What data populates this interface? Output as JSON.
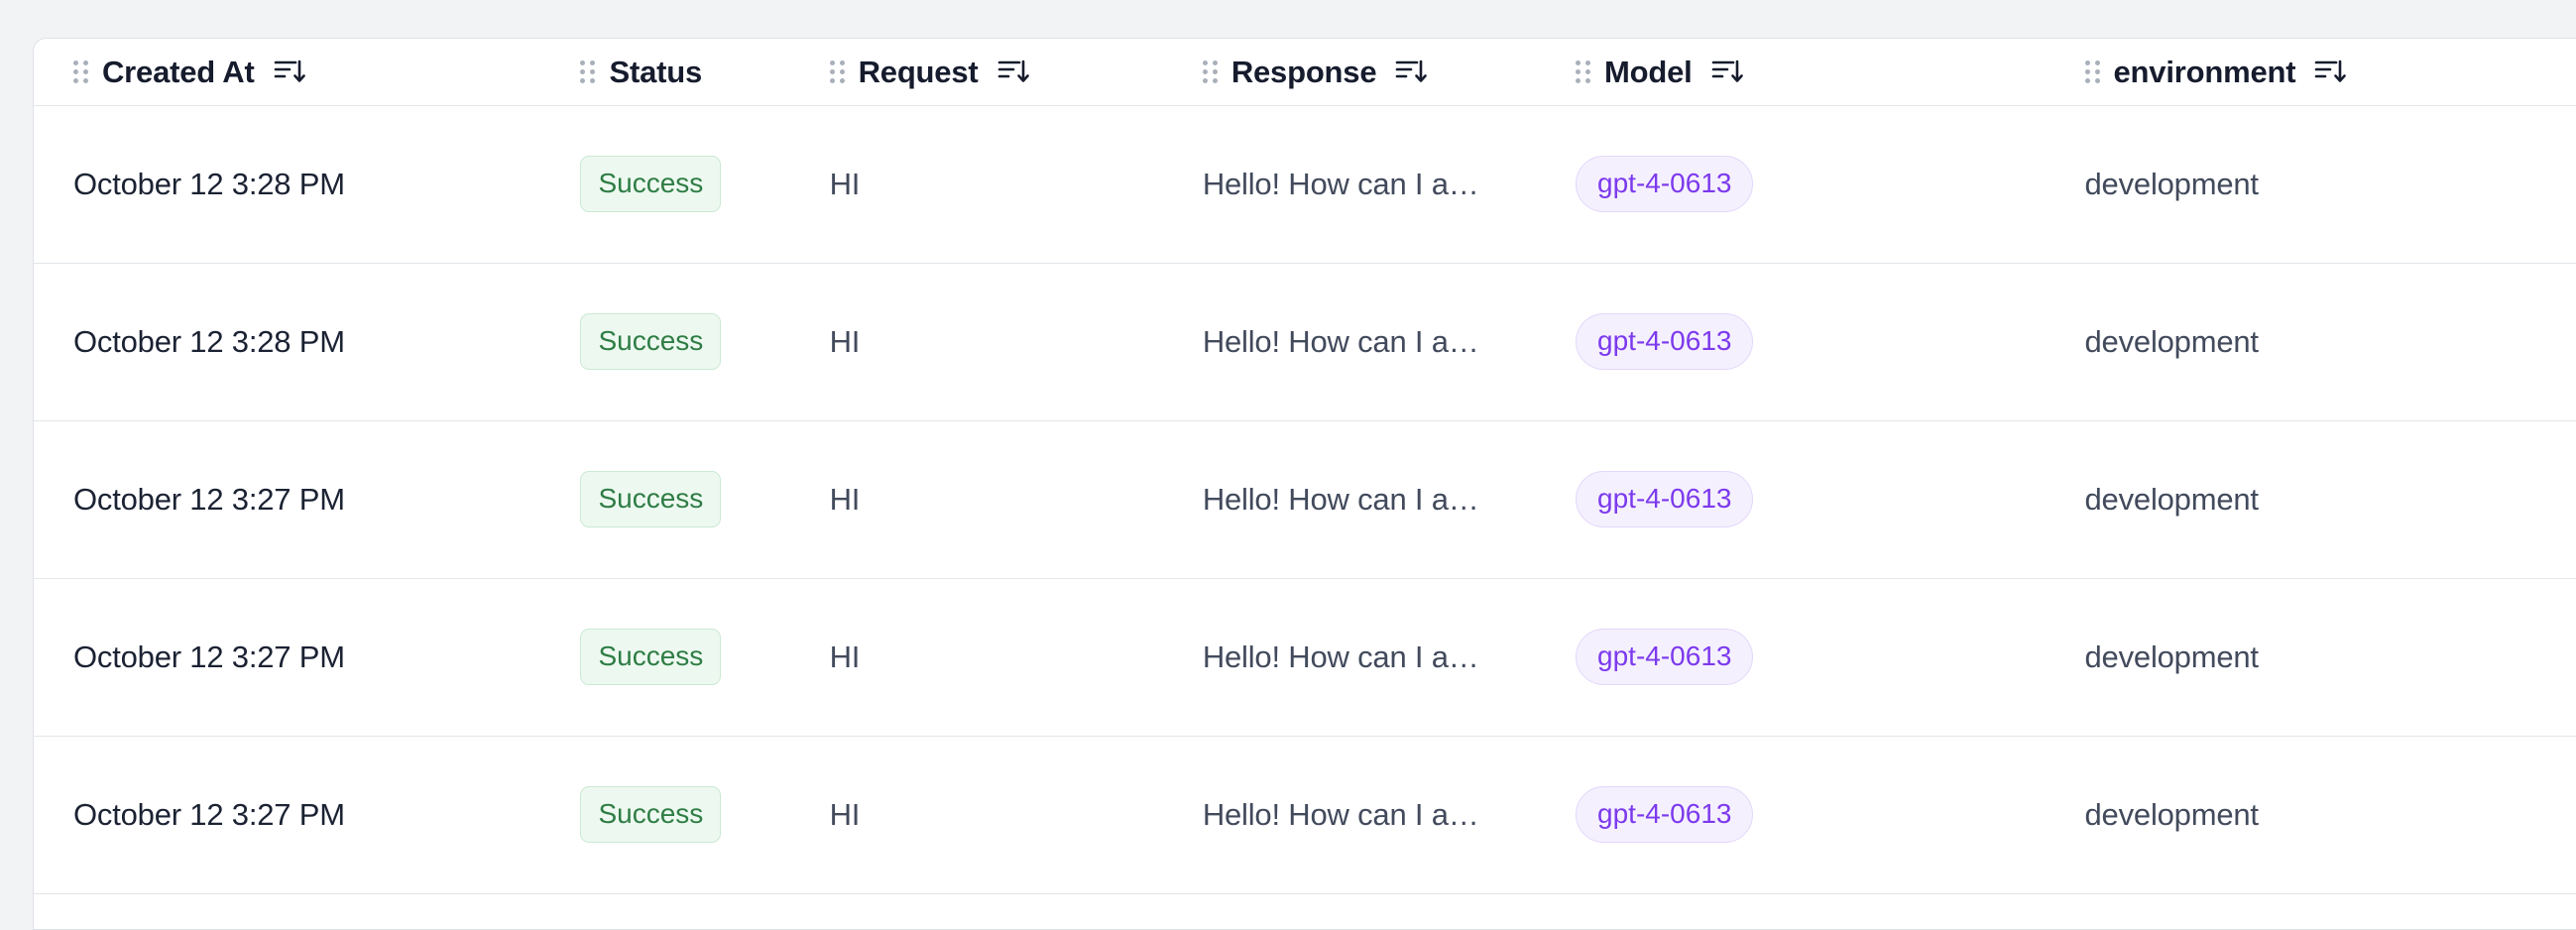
{
  "theme": {
    "page_background": "#f1f3f5",
    "card_background": "#ffffff",
    "border": "#dfe2e6",
    "row_divider": "#e3e6ea",
    "header_text": "#161c2d",
    "cell_text": "#1b2233",
    "muted_text": "#424a5c",
    "grip_dot": "#aab0ba",
    "status_text": "#2f7d45",
    "status_background": "#edf9f0",
    "status_border": "#cbe9d4",
    "model_text": "#7c3aed",
    "model_background": "#f5f0fe",
    "model_border": "#e3d7fb"
  },
  "table": {
    "columns": [
      {
        "key": "created_at",
        "label": "Created At",
        "grip_icon": "drag-handle-icon",
        "sort_icon": "sort-descending-icon",
        "sortable": true
      },
      {
        "key": "status",
        "label": "Status",
        "grip_icon": "drag-handle-icon",
        "sort_icon": "",
        "sortable": false
      },
      {
        "key": "request",
        "label": "Request",
        "grip_icon": "drag-handle-icon",
        "sort_icon": "sort-descending-icon",
        "sortable": true
      },
      {
        "key": "response",
        "label": "Response",
        "grip_icon": "drag-handle-icon",
        "sort_icon": "sort-descending-icon",
        "sortable": true
      },
      {
        "key": "model",
        "label": "Model",
        "grip_icon": "drag-handle-icon",
        "sort_icon": "sort-descending-icon",
        "sortable": true
      },
      {
        "key": "environment",
        "label": "environment",
        "grip_icon": "drag-handle-icon",
        "sort_icon": "sort-descending-icon",
        "sortable": true
      }
    ],
    "rows": [
      {
        "created_at": "October 12 3:28 PM",
        "status": "Success",
        "request": "HI",
        "response": "Hello! How can I a…",
        "model": "gpt-4-0613",
        "environment": "development"
      },
      {
        "created_at": "October 12 3:28 PM",
        "status": "Success",
        "request": "HI",
        "response": "Hello! How can I a…",
        "model": "gpt-4-0613",
        "environment": "development"
      },
      {
        "created_at": "October 12 3:27 PM",
        "status": "Success",
        "request": "HI",
        "response": "Hello! How can I a…",
        "model": "gpt-4-0613",
        "environment": "development"
      },
      {
        "created_at": "October 12 3:27 PM",
        "status": "Success",
        "request": "HI",
        "response": "Hello! How can I a…",
        "model": "gpt-4-0613",
        "environment": "development"
      },
      {
        "created_at": "October 12 3:27 PM",
        "status": "Success",
        "request": "HI",
        "response": "Hello! How can I a…",
        "model": "gpt-4-0613",
        "environment": "development"
      }
    ]
  }
}
